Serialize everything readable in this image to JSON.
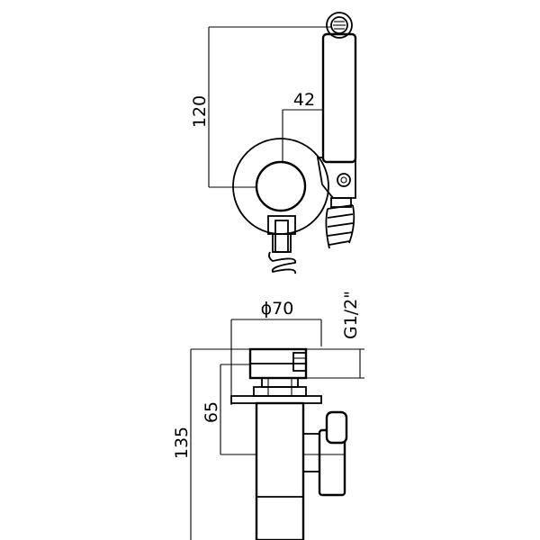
{
  "dimensions": {
    "top_height": "120",
    "top_offset": "42",
    "diameter": "ϕ70",
    "thread": "G1/2\"",
    "height_65": "65",
    "height_135": "135"
  }
}
